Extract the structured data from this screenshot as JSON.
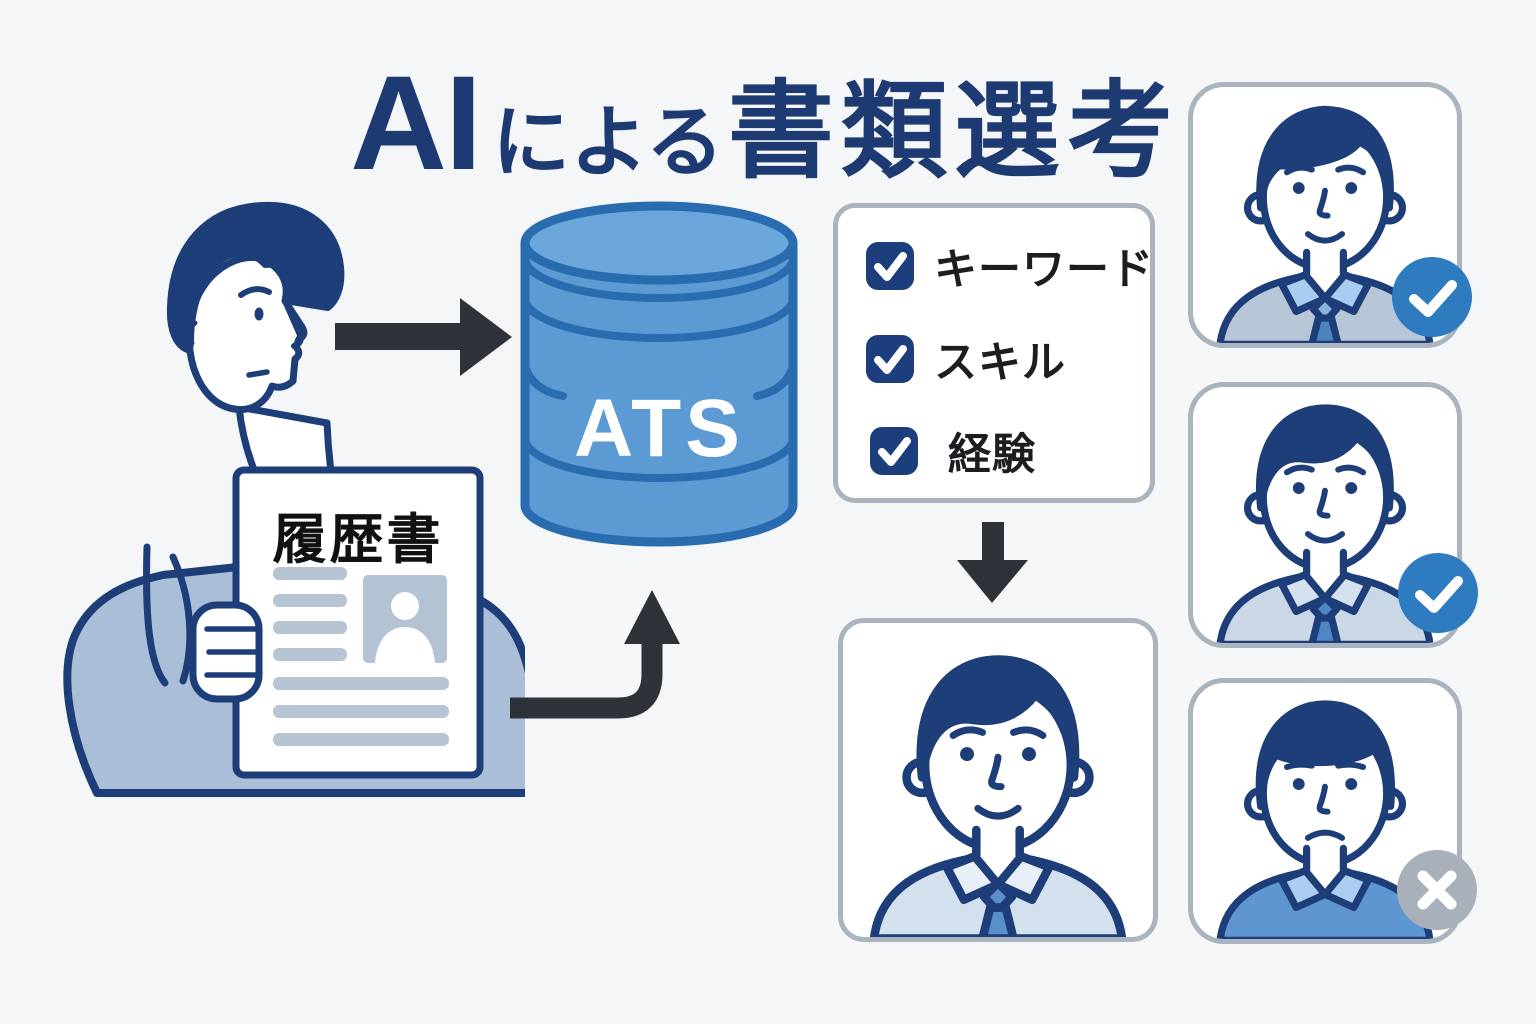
{
  "background": "#f5f6f7",
  "title": {
    "ai": "AI",
    "connector": "による",
    "subject": "書類選考",
    "color": "#1e3a72"
  },
  "applicant": {
    "resume_label": "履歴書"
  },
  "ats": {
    "label": "ATS",
    "fill_color": "#5b9ad2",
    "outline_color": "#2a6cb0"
  },
  "checklist": {
    "checkbox_color": "#1c3e7c",
    "items": [
      {
        "label": "キーワード",
        "checked": true
      },
      {
        "label": "スキル",
        "checked": true
      },
      {
        "label": "経験",
        "checked": true
      }
    ]
  },
  "results": {
    "selected_candidate": {
      "status": "selected"
    },
    "candidates": [
      {
        "status": "pass"
      },
      {
        "status": "pass"
      },
      {
        "status": "rejected"
      }
    ],
    "pass_badge_color": "#2e7bbf",
    "fail_badge_color": "#a8b1ba"
  },
  "arrows": {
    "color": "#2d3338"
  }
}
